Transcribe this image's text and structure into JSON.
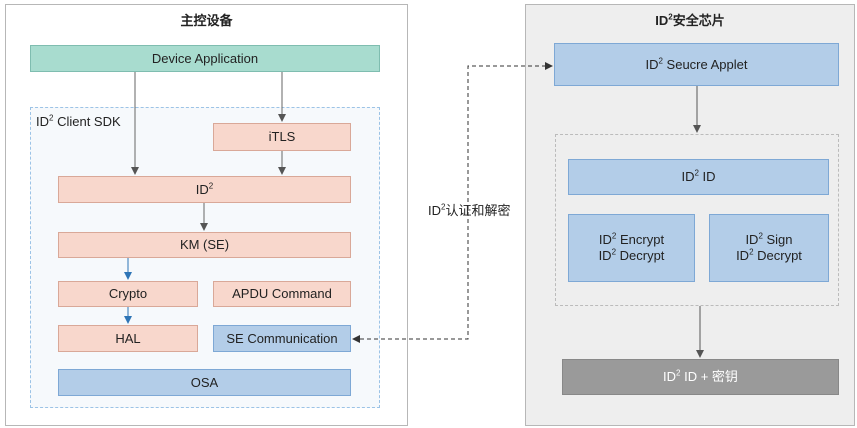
{
  "left_panel": {
    "title": "主控设备",
    "device_app": "Device Application",
    "sdk_label_pre": "ID",
    "sdk_label_post": " Client SDK",
    "itls": "iTLS",
    "id2_pre": "ID",
    "id2_post": "",
    "km": "KM (SE)",
    "crypto": "Crypto",
    "apdu": "APDU Command",
    "hal": "HAL",
    "se_comm": "SE Communication",
    "osa": "OSA"
  },
  "right_panel": {
    "title_pre": "ID",
    "title_post": "安全芯片",
    "applet_pre": "ID",
    "applet_post": " Seucre Applet",
    "id_pre": "ID",
    "id_post": " ID",
    "enc_line1_pre": "ID",
    "enc_line1_post": " Encrypt",
    "enc_line2_pre": "ID",
    "enc_line2_post": " Decrypt",
    "sign_line1_pre": "ID",
    "sign_line1_post": " Sign",
    "sign_line2_pre": "ID",
    "sign_line2_post": " Decrypt",
    "key_pre": "ID",
    "key_post": " ID + 密钥"
  },
  "connector": {
    "label_pre": "ID",
    "label_post": "认证和解密"
  },
  "superscript": "2"
}
